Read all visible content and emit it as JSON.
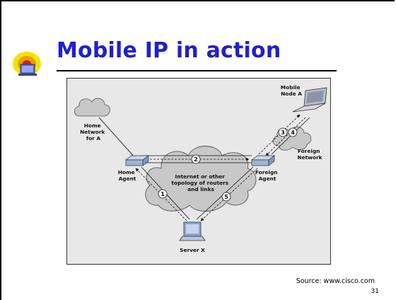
{
  "slide": {
    "title": "Mobile IP in action",
    "source": "Source: www.cisco.com",
    "page_number": "31",
    "logo_icon": "computer-globe-logo-icon"
  },
  "diagram": {
    "labels": {
      "mobile_node_line1": "Mobile",
      "mobile_node_line2": "Node A",
      "home_network_line1": "Home",
      "home_network_line2": "Network",
      "home_network_line3": "for A",
      "foreign_network_line1": "Foreign",
      "foreign_network_line2": "Network",
      "home_agent_line1": "Home",
      "home_agent_line2": "Agent",
      "foreign_agent_line1": "Foreign",
      "foreign_agent_line2": "Agent",
      "internet_line1": "Internet or other",
      "internet_line2": "topology of routers",
      "internet_line3": "and links",
      "server": "Server X"
    },
    "steps": [
      "1",
      "2",
      "3",
      "4",
      "5"
    ],
    "colors": {
      "title": "#2020c8",
      "figure_background": "#e8e8e8",
      "cloud": "#c8c8c8",
      "router": "#9fb4d8"
    }
  }
}
